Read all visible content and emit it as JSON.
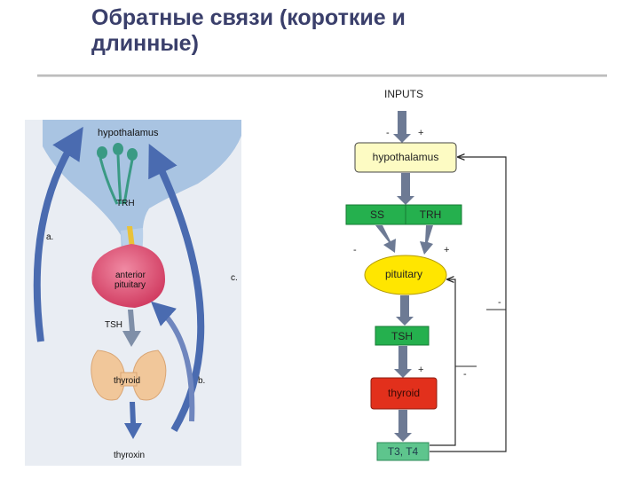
{
  "title": {
    "line1": "Обратные связи (короткие и",
    "line2": "длинные)"
  },
  "illustration": {
    "hypothalamus": "hypothalamus",
    "trh": "TRH",
    "label_a": "a.",
    "anterior_line1": "anterior",
    "anterior_line2": "pituitary",
    "label_c": "c.",
    "tsh": "TSH",
    "thyroid": "thyroid",
    "label_b": "b.",
    "thyroxin": "thyroxin"
  },
  "flowchart": {
    "inputs": "INPUTS",
    "minus": "-",
    "plus": "+",
    "hypothalamus": "hypothalamus",
    "ss": "SS",
    "trh": "TRH",
    "pituitary": "pituitary",
    "tsh": "TSH",
    "thyroid": "thyroid",
    "t3t4": "T3, T4"
  },
  "colors": {
    "title": "#3a3f6b",
    "panel_bg": "#e9edf3",
    "hypothalamus_blue": "#a9c4e2",
    "arrow_blue": "#4a6bb0",
    "pituitary_pink": "#e0587a",
    "thyroid_tan": "#f1c79a",
    "hypothalamus_box": "#fdfbc3",
    "green_box": "#25b04e",
    "pituitary_oval": "#ffe600",
    "thyroid_box": "#e2301c",
    "t3t4_box": "#5ec58d",
    "feedback_line": "#2b2b2b"
  }
}
